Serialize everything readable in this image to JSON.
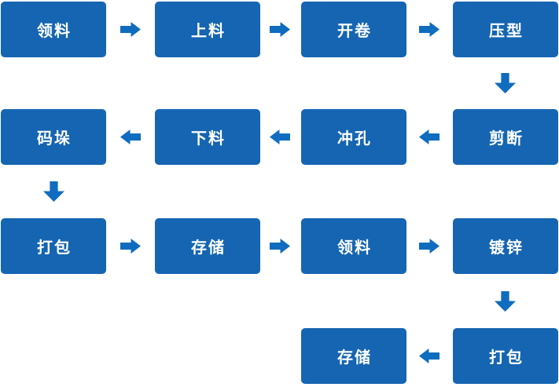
{
  "diagram": {
    "background_color": "#ffffff",
    "node_fill_color": "#1565b2",
    "arrow_color": "#0f6cbf",
    "node_text_color": "#ffffff",
    "nodes": [
      {
        "step": 1,
        "label": "领料"
      },
      {
        "step": 2,
        "label": "上料"
      },
      {
        "step": 3,
        "label": "开卷"
      },
      {
        "step": 4,
        "label": "压型"
      },
      {
        "step": 5,
        "label": "剪断"
      },
      {
        "step": 6,
        "label": "冲孔"
      },
      {
        "step": 7,
        "label": "下料"
      },
      {
        "step": 8,
        "label": "码垛"
      },
      {
        "step": 9,
        "label": "打包"
      },
      {
        "step": 10,
        "label": "存储"
      },
      {
        "step": 11,
        "label": "领料"
      },
      {
        "step": 12,
        "label": "镀锌"
      },
      {
        "step": 13,
        "label": "打包"
      },
      {
        "step": 14,
        "label": "存储"
      }
    ],
    "connections": [
      {
        "from": "领料",
        "to": "上料",
        "direction": "right"
      },
      {
        "from": "上料",
        "to": "开卷",
        "direction": "right"
      },
      {
        "from": "开卷",
        "to": "压型",
        "direction": "right"
      },
      {
        "from": "压型",
        "to": "剪断",
        "direction": "down"
      },
      {
        "from": "剪断",
        "to": "冲孔",
        "direction": "left"
      },
      {
        "from": "冲孔",
        "to": "下料",
        "direction": "left"
      },
      {
        "from": "下料",
        "to": "码垛",
        "direction": "left"
      },
      {
        "from": "码垛",
        "to": "打包",
        "direction": "down"
      },
      {
        "from": "打包",
        "to": "存储",
        "direction": "right"
      },
      {
        "from": "存储",
        "to": "领料",
        "direction": "right"
      },
      {
        "from": "领料",
        "to": "镀锌",
        "direction": "right"
      },
      {
        "from": "镀锌",
        "to": "打包",
        "direction": "down"
      },
      {
        "from": "打包",
        "to": "存储",
        "direction": "left"
      }
    ]
  }
}
